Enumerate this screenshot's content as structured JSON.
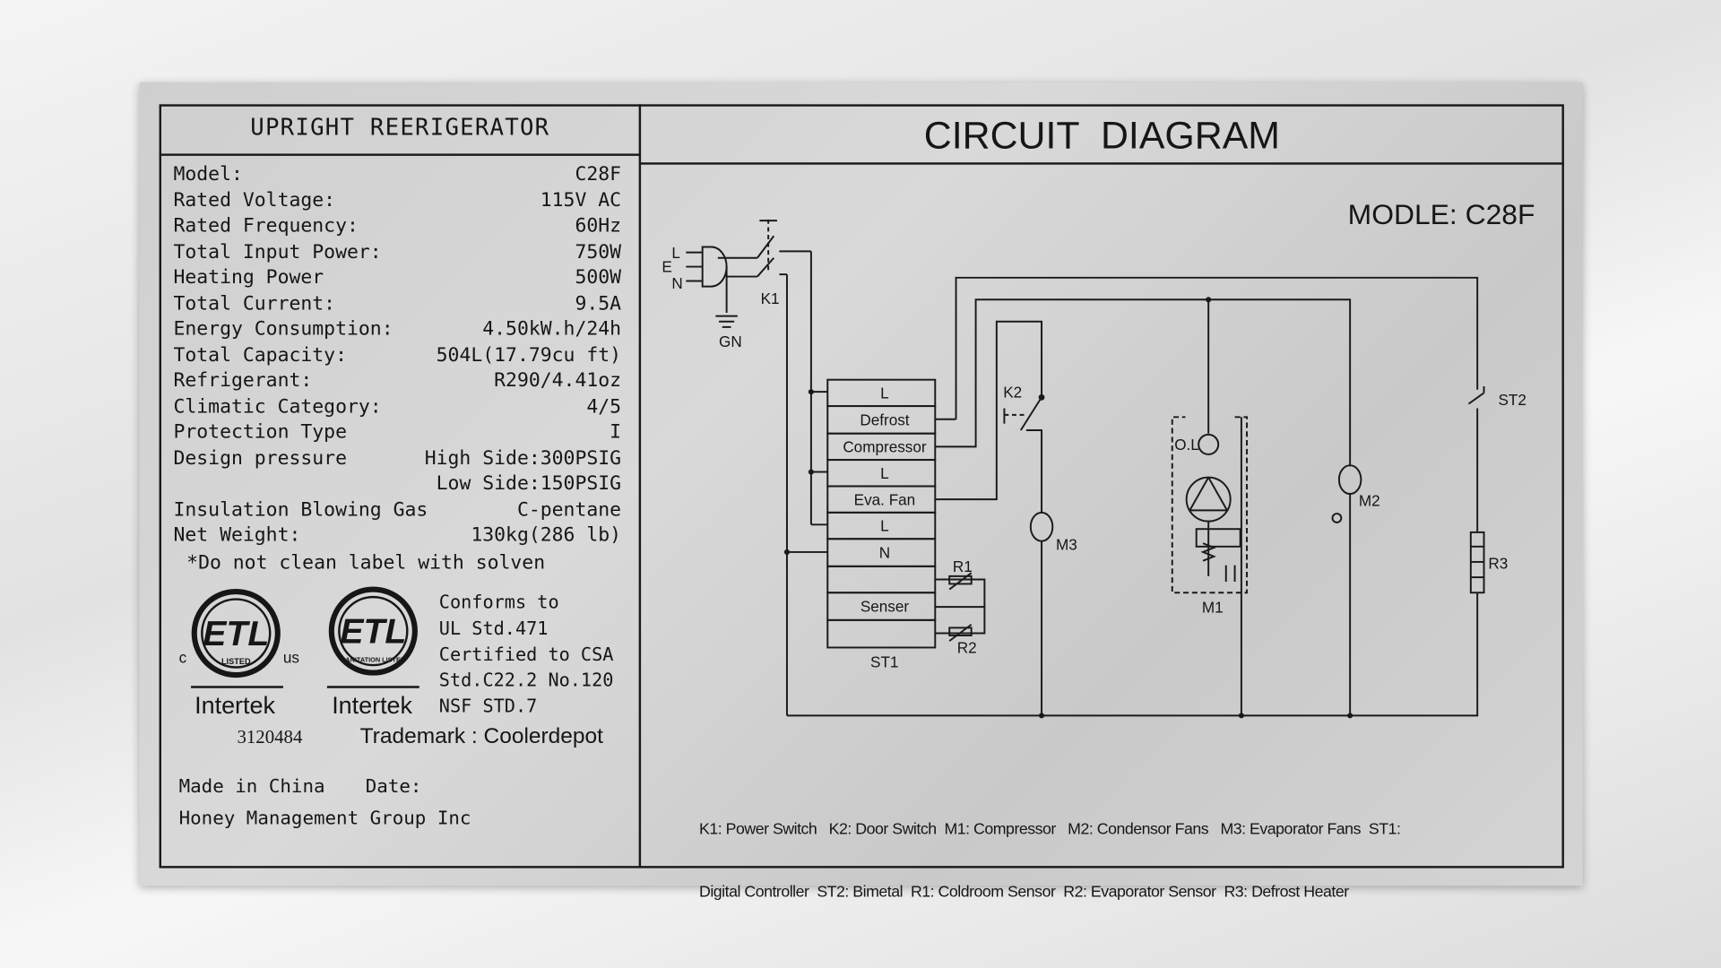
{
  "left_panel": {
    "title": "UPRIGHT REERIGERATOR",
    "specs": [
      {
        "label": "Model:",
        "value": "C28F"
      },
      {
        "label": "Rated Voltage:",
        "value": "115V AC"
      },
      {
        "label": "Rated Frequency:",
        "value": "60Hz"
      },
      {
        "label": "Total Input Power:",
        "value": "750W"
      },
      {
        "label": "Heating Power",
        "value": "500W"
      },
      {
        "label": "Total Current:",
        "value": "9.5A"
      },
      {
        "label": "Energy Consumption:",
        "value": "4.50kW.h/24h"
      },
      {
        "label": "Total Capacity:",
        "value": "504L(17.79cu ft)"
      },
      {
        "label": "Refrigerant:",
        "value": "R290/4.41oz"
      },
      {
        "label": "Climatic Category:",
        "value": "4/5"
      },
      {
        "label": "Protection Type",
        "value": "I"
      },
      {
        "label": "Design pressure",
        "value": "High Side:300PSIG"
      },
      {
        "label": "",
        "value": "Low Side:150PSIG"
      },
      {
        "label": "Insulation Blowing Gas",
        "value": "C-pentane"
      },
      {
        "label": "Net Weight:",
        "value": "130kg(286 lb)"
      }
    ],
    "warning": "*Do not clean label with solven",
    "cert": {
      "logo1": {
        "mark": "ETL",
        "sub": "LISTED",
        "c": "c",
        "us": "us",
        "brand": "Intertek",
        "number": "3120484"
      },
      "logo2": {
        "mark": "ETL",
        "sub": "SANITATION LISTED",
        "brand": "Intertek"
      },
      "conforms": [
        "Conforms to",
        "UL Std.471",
        "Certified to CSA",
        "Std.C22.2 No.120",
        "NSF STD.7"
      ],
      "trademark": "Trademark : Coolerdepot"
    },
    "made_in": "Made in China",
    "date_label": "Date:",
    "company": "Honey Management Group Inc"
  },
  "right_panel": {
    "title": "CIRCUIT DIAGRAM",
    "model": "MODLE: C28F",
    "controller_rows": [
      "L",
      "Defrost",
      "Compressor",
      "L",
      "Eva. Fan",
      "L",
      "N",
      "",
      "Senser",
      ""
    ],
    "labels": {
      "k1": "K1",
      "k2": "K2",
      "gn": "GN",
      "l": "L",
      "e": "E",
      "n": "N",
      "st1": "ST1",
      "st2": "ST2",
      "r1": "R1",
      "r2": "R2",
      "r3": "R3",
      "m1": "M1",
      "m2": "M2",
      "m3": "M3",
      "ol": "O.L"
    },
    "legend": [
      "K1: Power Switch   K2: Door Switch  M1: Compressor   M2: Condensor Fans   M3: Evaporator Fans  ST1:",
      "Digital Controller  ST2: Bimetal  R1: Coldroom Sensor  R2: Evaporator Sensor  R3: Defrost Heater"
    ]
  }
}
